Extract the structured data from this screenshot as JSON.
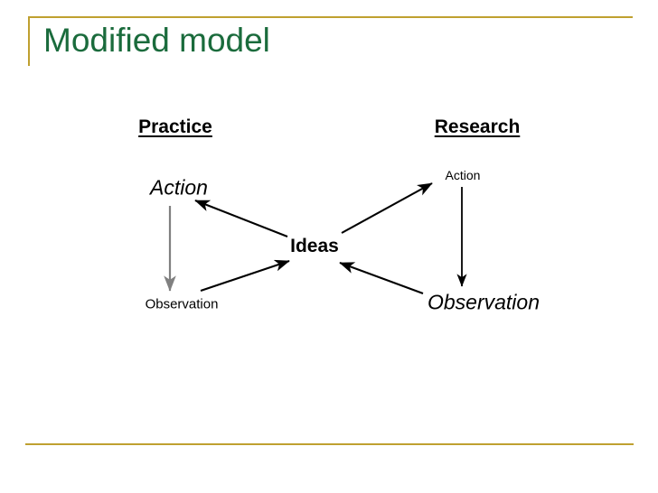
{
  "slide": {
    "title": "Modified model",
    "accent_color": "#bfa030",
    "title_color": "#1a6b3c",
    "background_color": "#ffffff"
  },
  "diagram": {
    "columns": [
      {
        "id": "practice",
        "heading": "Practice"
      },
      {
        "id": "research",
        "heading": "Research"
      }
    ],
    "nodes": {
      "practice_action": "Action",
      "practice_observation": "Observation",
      "research_action": "Action",
      "research_observation": "Observation",
      "center": "Ideas"
    },
    "edges": [
      {
        "id": "practice-action-to-observation",
        "from": "practice_action",
        "to": "practice_observation",
        "style": "vertical",
        "color": "#808080"
      },
      {
        "id": "research-action-to-observation",
        "from": "research_action",
        "to": "research_observation",
        "style": "vertical",
        "color": "#000000"
      },
      {
        "id": "ideas-to-practice-action",
        "from": "center",
        "to": "practice_action",
        "style": "diagonal",
        "color": "#000000"
      },
      {
        "id": "ideas-to-research-action",
        "from": "center",
        "to": "research_action",
        "style": "diagonal",
        "color": "#000000"
      },
      {
        "id": "practice-observation-to-ideas",
        "from": "practice_observation",
        "to": "center",
        "style": "diagonal",
        "color": "#000000"
      },
      {
        "id": "research-observation-to-ideas",
        "from": "research_observation",
        "to": "center",
        "style": "diagonal",
        "color": "#000000"
      }
    ]
  }
}
